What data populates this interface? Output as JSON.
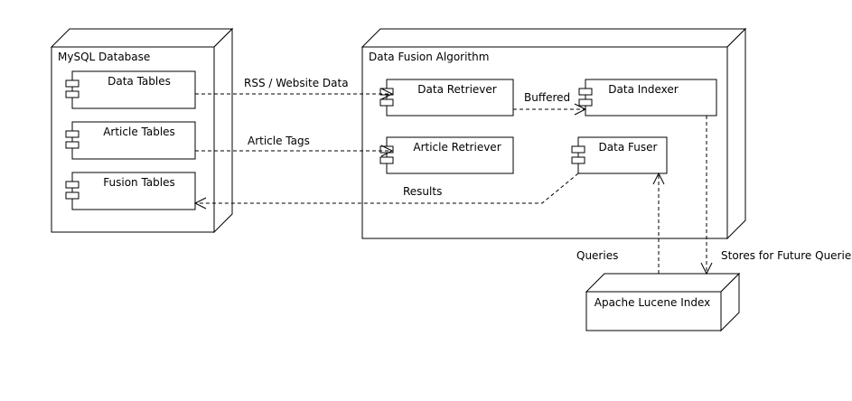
{
  "nodes": {
    "mysql": {
      "title": "MySQL Database",
      "components": [
        "Data Tables",
        "Article Tables",
        "Fusion Tables"
      ]
    },
    "fusion_algorithm": {
      "title": "Data Fusion Algorithm",
      "components": [
        "Data Retriever",
        "Data Indexer",
        "Article Retriever",
        "Data Fuser"
      ]
    },
    "lucene": {
      "title": "Apache Lucene Index"
    }
  },
  "edges": {
    "rss": "RSS / Website Data",
    "buffered": "Buffered",
    "article_tags": "Article Tags",
    "results": "Results",
    "queries": "Queries",
    "stores": "Stores for Future Queries"
  }
}
